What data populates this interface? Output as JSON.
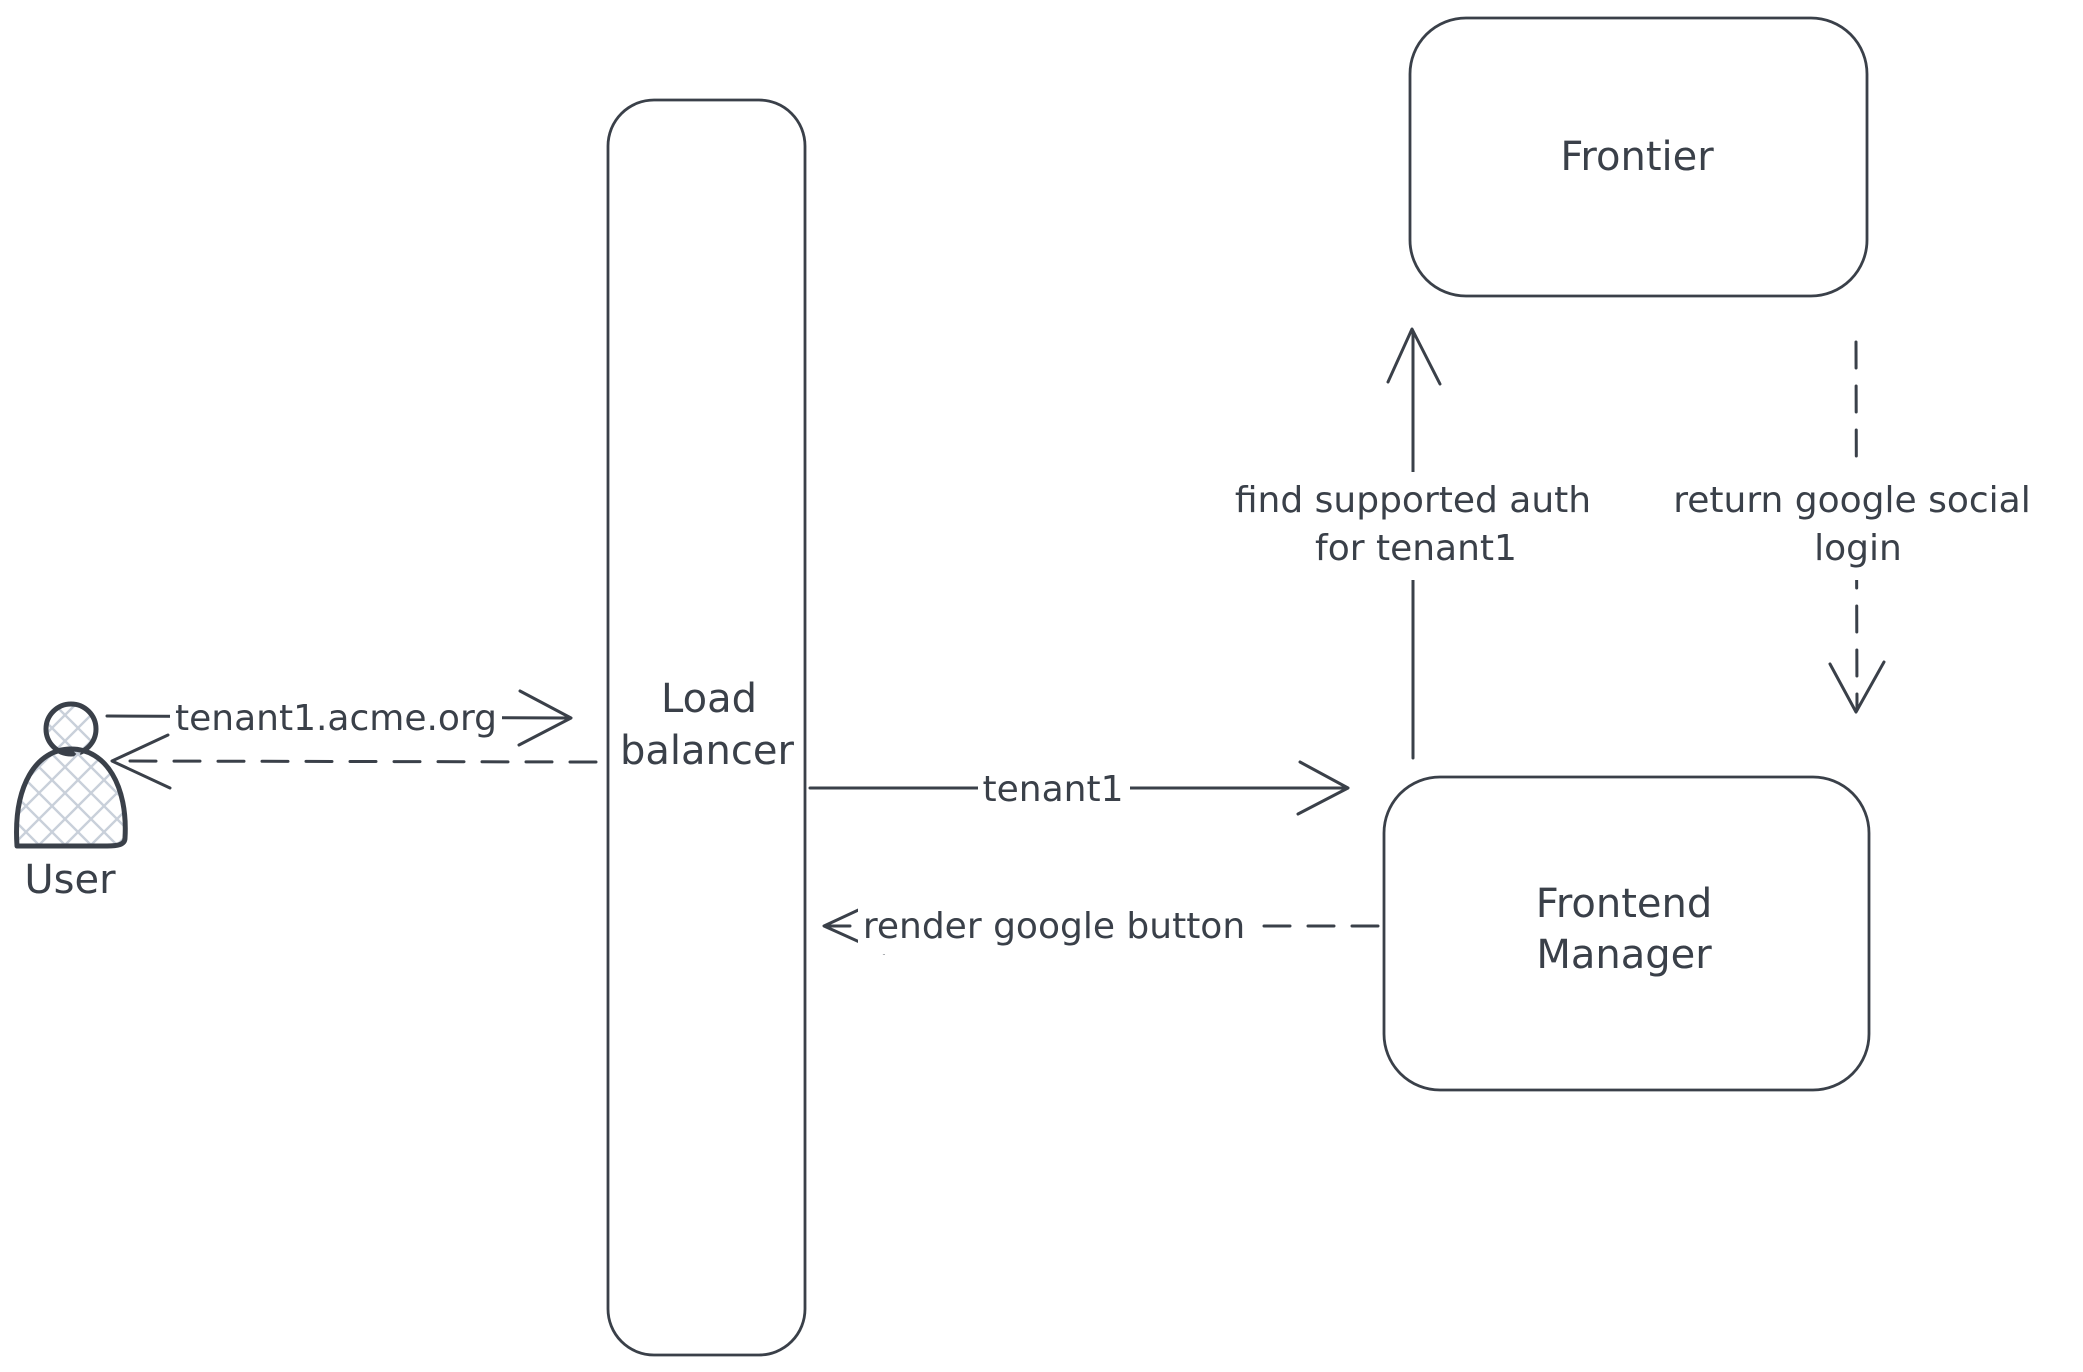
{
  "colors": {
    "ink": "#3a4049",
    "hatch": "#c9d0da",
    "canvas-bg": "#ffffff"
  },
  "actors": {
    "user": {
      "label": "User"
    },
    "load_balancer": {
      "line1": "Load",
      "line2": "balancer"
    },
    "frontier": {
      "label": "Frontier"
    },
    "frontend_manager": {
      "line1": "Frontend",
      "line2": "Manager"
    }
  },
  "messages": {
    "request_domain": {
      "label": "tenant1.acme.org",
      "from": "User",
      "to": "Load balancer",
      "style": "solid"
    },
    "response_to_user": {
      "label": "",
      "from": "Load balancer",
      "to": "User",
      "style": "dashed"
    },
    "forward_tenant": {
      "label": "tenant1",
      "from": "Load balancer",
      "to": "Frontend Manager",
      "style": "solid"
    },
    "render_button": {
      "label": "render google button",
      "from": "Frontend Manager",
      "to": "Load balancer",
      "style": "dashed"
    },
    "find_auth": {
      "line1": "find supported auth",
      "line2": "for tenant1",
      "from": "Frontend Manager",
      "to": "Frontier",
      "style": "solid"
    },
    "return_login": {
      "line1": "return google social",
      "line2": "login",
      "from": "Frontier",
      "to": "Frontend Manager",
      "style": "dashed"
    }
  }
}
